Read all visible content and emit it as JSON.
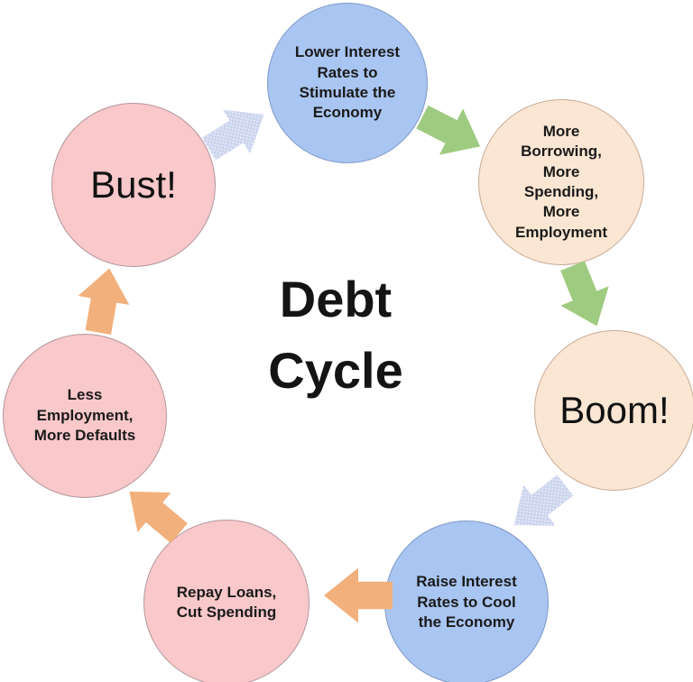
{
  "diagram": {
    "center_title": {
      "line1": "Debt",
      "line2": "Cycle"
    },
    "nodes": [
      {
        "id": "lower-interest-rates",
        "label": "Lower Interest\nRates to\nStimulate the\nEconomy",
        "fill": "blue",
        "emphasis": "small"
      },
      {
        "id": "more-borrowing",
        "label": "More\nBorrowing,\nMore\nSpending,\nMore\nEmployment",
        "fill": "cream",
        "emphasis": "small"
      },
      {
        "id": "boom",
        "label": "Boom!",
        "fill": "cream",
        "emphasis": "large"
      },
      {
        "id": "raise-interest-rates",
        "label": "Raise Interest\nRates to Cool\nthe Economy",
        "fill": "blue",
        "emphasis": "small"
      },
      {
        "id": "repay-loans",
        "label": "Repay Loans,\nCut Spending",
        "fill": "pink",
        "emphasis": "small"
      },
      {
        "id": "less-employment",
        "label": "Less\nEmployment,\nMore Defaults",
        "fill": "pink",
        "emphasis": "small"
      },
      {
        "id": "bust",
        "label": "Bust!",
        "fill": "pink",
        "emphasis": "large"
      }
    ],
    "arrows": [
      {
        "id": "bust-to-lower-interest",
        "color": "lavender",
        "direction": "up-right"
      },
      {
        "id": "lower-interest-to-more-borrowing",
        "color": "green",
        "direction": "down-right"
      },
      {
        "id": "more-borrowing-to-boom",
        "color": "green",
        "direction": "down"
      },
      {
        "id": "boom-to-raise-interest",
        "color": "lavender",
        "direction": "down-left"
      },
      {
        "id": "raise-interest-to-repay-loans",
        "color": "orange",
        "direction": "left"
      },
      {
        "id": "repay-loans-to-less-employment",
        "color": "orange",
        "direction": "up-left"
      },
      {
        "id": "less-employment-to-bust",
        "color": "orange",
        "direction": "up"
      }
    ],
    "colors": {
      "blue_fill": "#a9c5f1",
      "blue_border": "#7e99c9",
      "cream_fill": "#fae6d3",
      "cream_border": "#c7a994",
      "pink_fill": "#f9c8ca",
      "pink_border": "#b2969b",
      "arrow_green": "#9fcb80",
      "arrow_orange": "#f2b07c",
      "arrow_lavender": "#ccd5ee",
      "text": "#000000"
    }
  }
}
